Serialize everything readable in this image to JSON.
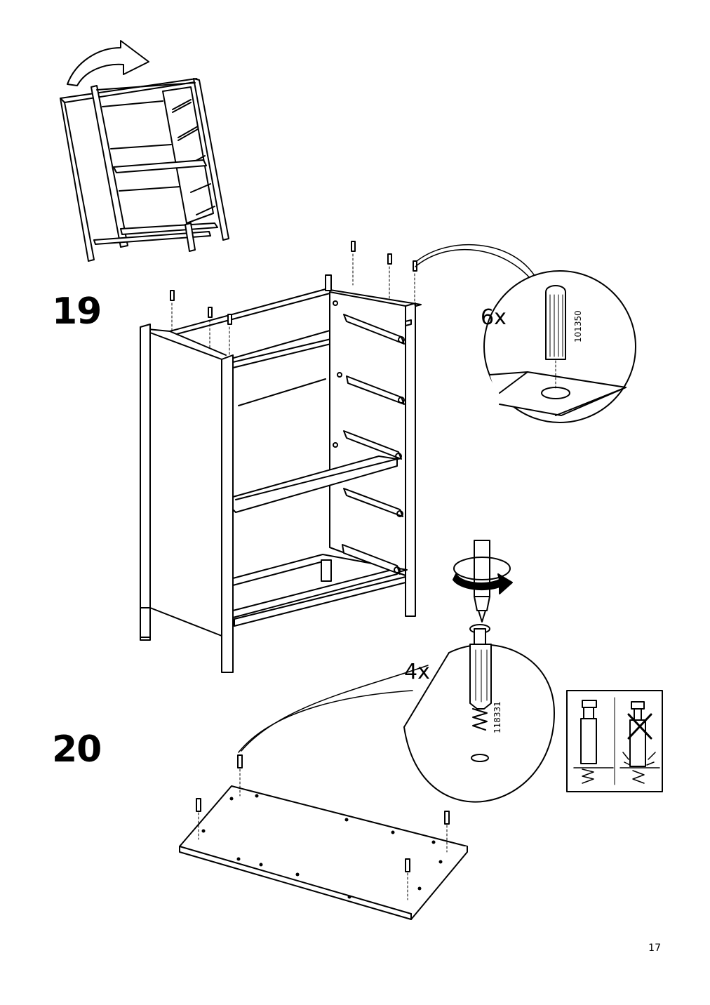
{
  "page": {
    "page_number": "17"
  },
  "steps": [
    {
      "number": "19",
      "quantity": "6x",
      "part_number": "101350"
    },
    {
      "number": "20",
      "quantity": "4x",
      "part_number": "118331"
    }
  ],
  "icons": {
    "flip_arrow": "curved-flip-arrow-icon",
    "rotate_arrow": "rotate-clockwise-icon",
    "wrong_mark": "x-mark-icon"
  }
}
